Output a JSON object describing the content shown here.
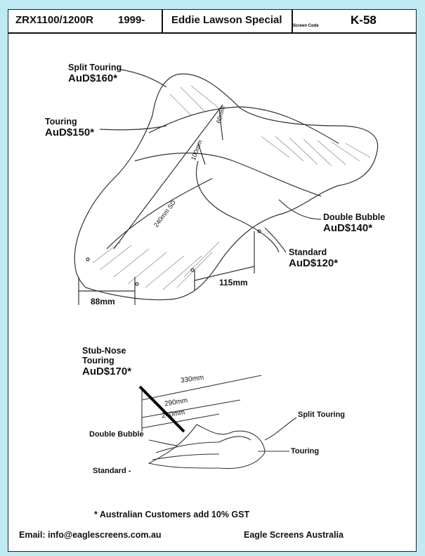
{
  "header": {
    "model": "ZRX1100/1200R",
    "year": "1999-",
    "title": "Eddie Lawson Special",
    "screen_code_label": "Screen Code",
    "code": "K-58"
  },
  "top_sketch": {
    "split_touring": {
      "name": "Split Touring",
      "price": "AuD$160*"
    },
    "touring": {
      "name": "Touring",
      "price": "AuD$150*"
    },
    "double_bubble": {
      "name": "Double Bubble",
      "price": "AuD$140*"
    },
    "standard": {
      "name": "Standard",
      "price": "AuD$120*"
    },
    "dim_88": "88mm",
    "dim_115": "115mm",
    "dim_60": "60mm",
    "dim_100": "100mm",
    "dim_240": "240mm SD"
  },
  "bottom_sketch": {
    "stub_nose": {
      "name_line1": "Stub-Nose",
      "name_line2": "Touring",
      "price": "AuD$170*"
    },
    "double_bubble": "Double Bubble",
    "standard": "Standard -",
    "split_touring": "Split Touring",
    "touring": "Touring",
    "dim_330": "330mm",
    "dim_290": "290mm",
    "dim_240": "240mm"
  },
  "gst_note": "* Australian Customers add 10% GST",
  "footer": {
    "email": "Email: info@eaglescreens.com.au",
    "company": "Eagle Screens Australia"
  }
}
